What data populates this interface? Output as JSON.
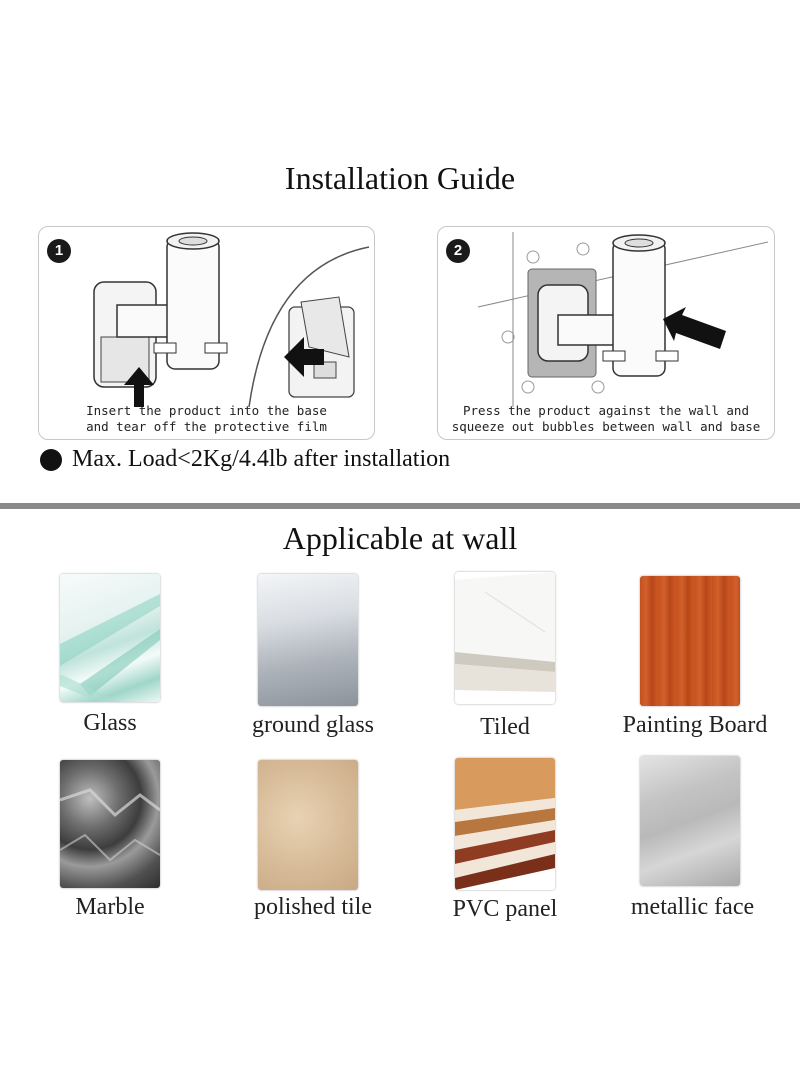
{
  "installation": {
    "title": "Installation Guide",
    "steps": [
      {
        "number": "1",
        "caption_line1": "Insert the product into the base",
        "caption_line2": "and tear off the protective film"
      },
      {
        "number": "2",
        "caption_line1": "Press the product against the wall and",
        "caption_line2": "squeeze out bubbles between wall and base"
      }
    ],
    "max_load": "Max. Load<2Kg/4.4lb after installation"
  },
  "applicable": {
    "title": "Applicable at wall",
    "surfaces": [
      {
        "label": "Glass"
      },
      {
        "label": "ground glass"
      },
      {
        "label": "Tiled"
      },
      {
        "label": "Painting Board"
      },
      {
        "label": "Marble"
      },
      {
        "label": "polished tile"
      },
      {
        "label": "PVC panel"
      },
      {
        "label": "metallic face"
      }
    ]
  },
  "colors": {
    "divider": "#8a8a8a",
    "painting_board": "#c5501f",
    "polished_tile": "#d8bd9a",
    "metallic": "#b9b9b9"
  }
}
